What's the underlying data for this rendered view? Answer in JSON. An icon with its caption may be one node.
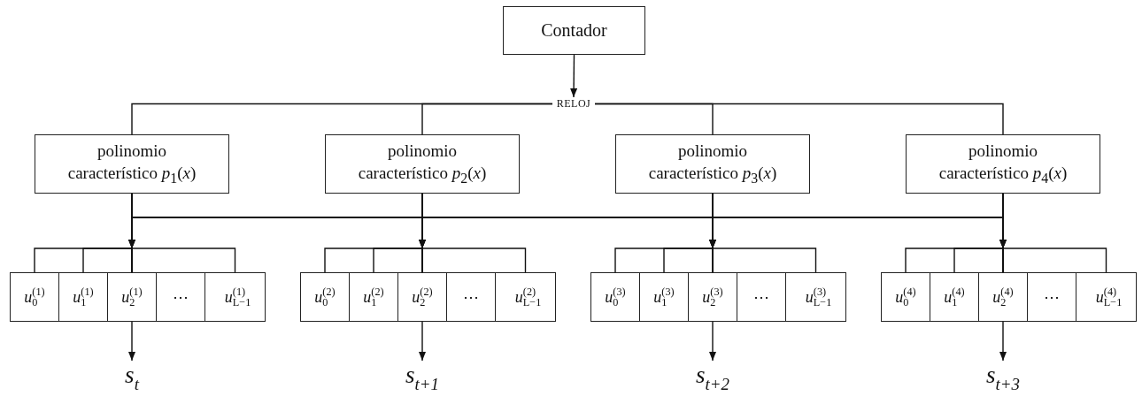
{
  "diagram": {
    "nodes": [
      {
        "text": [
          "Contador"
        ]
      },
      {
        "text": [
          "RELOJ"
        ]
      },
      {
        "text": [
          "polinomio característico *p*$_{1}$(*x*)"
        ]
      },
      {
        "text": [
          "polinomio característico *p*$_{2}$(*x*)"
        ]
      },
      {
        "text": [
          "polinomio característico *p*$_{3}$(*x*)"
        ]
      },
      {
        "text": [
          "polinomio característico *p*$_{4}$(*x*)"
        ]
      },
      {
        "text": [
          "*u*$_{0}$$^{(1)}$"
        ]
      },
      {
        "text": [
          "*u*$_{1}$$^{(1)}$"
        ]
      },
      {
        "text": [
          "*u*$_{2}$$^{(1)}$"
        ]
      },
      {
        "text": [
          "⋯"
        ]
      },
      {
        "text": [
          "*u*$_{L−1}$$^{(1)}$"
        ]
      },
      {
        "text": [
          "*u*$_{0}$$^{(2)}$"
        ]
      },
      {
        "text": [
          "*u*$_{1}$$^{(2)}$"
        ]
      },
      {
        "text": [
          "*u*$_{2}$$^{(2)}$"
        ]
      },
      {
        "text": [
          "⋯"
        ]
      },
      {
        "text": [
          "*u*$_{L−1}$$^{(2)}$"
        ]
      },
      {
        "text": [
          "*u*$_{0}$$^{(3)}$"
        ]
      },
      {
        "text": [
          "*u*$_{1}$$^{(3)}$"
        ]
      },
      {
        "text": [
          "*u*$_{2}$$^{(3)}$"
        ]
      },
      {
        "text": [
          "⋯"
        ]
      },
      {
        "text": [
          "*u*$_{L−1}$$^{(3)}$"
        ]
      },
      {
        "text": [
          "*u*$_{0}$$^{(4)}$"
        ]
      },
      {
        "text": [
          "*u*$_{1}$$^{(4)}$"
        ]
      },
      {
        "text": [
          "*u*$_{2}$$^{(4)}$"
        ]
      },
      {
        "text": [
          "⋯"
        ]
      },
      {
        "text": [
          "*u*$_{L−1}$$^{(4)}$"
        ]
      },
      {
        "text": [
          "s$_{t}$"
        ]
      },
      {
        "text": [
          "s$_{t+1}$"
        ]
      },
      {
        "text": [
          "s$_{t+2}$"
        ]
      },
      {
        "text": [
          "s$_{t+3}$"
        ]
      }
    ],
    "edges": [
      {
        "from": 0,
        "to": 1,
        "arrow": "to"
      },
      {
        "from": 1,
        "to": 2,
        "arrow": "none"
      },
      {
        "from": 1,
        "to": 3,
        "arrow": "none"
      },
      {
        "from": 1,
        "to": 4,
        "arrow": "none"
      },
      {
        "from": 1,
        "to": 5,
        "arrow": "none"
      },
      {
        "from": 2,
        "to": 8,
        "arrow": "to"
      },
      {
        "from": 2,
        "to": 13,
        "arrow": "to"
      },
      {
        "from": 2,
        "to": 18,
        "arrow": "to"
      },
      {
        "from": 2,
        "to": 23,
        "arrow": "to"
      },
      {
        "from": 3,
        "to": 8,
        "arrow": "to"
      },
      {
        "from": 3,
        "to": 13,
        "arrow": "to"
      },
      {
        "from": 3,
        "to": 18,
        "arrow": "to"
      },
      {
        "from": 3,
        "to": 23,
        "arrow": "to"
      },
      {
        "from": 4,
        "to": 8,
        "arrow": "to"
      },
      {
        "from": 4,
        "to": 13,
        "arrow": "to"
      },
      {
        "from": 4,
        "to": 18,
        "arrow": "to"
      },
      {
        "from": 4,
        "to": 23,
        "arrow": "to"
      },
      {
        "from": 5,
        "to": 8,
        "arrow": "to"
      },
      {
        "from": 5,
        "to": 13,
        "arrow": "to"
      },
      {
        "from": 5,
        "to": 18,
        "arrow": "to"
      },
      {
        "from": 5,
        "to": 23,
        "arrow": "to"
      },
      {
        "from": 6,
        "to": 8,
        "arrow": "none"
      },
      {
        "from": 7,
        "to": 8,
        "arrow": "none"
      },
      {
        "from": 10,
        "to": 8,
        "arrow": "none"
      },
      {
        "from": 11,
        "to": 13,
        "arrow": "none"
      },
      {
        "from": 12,
        "to": 13,
        "arrow": "none"
      },
      {
        "from": 15,
        "to": 13,
        "arrow": "none"
      },
      {
        "from": 16,
        "to": 18,
        "arrow": "none"
      },
      {
        "from": 17,
        "to": 18,
        "arrow": "none"
      },
      {
        "from": 20,
        "to": 18,
        "arrow": "none"
      },
      {
        "from": 21,
        "to": 23,
        "arrow": "none"
      },
      {
        "from": 22,
        "to": 23,
        "arrow": "none"
      },
      {
        "from": 25,
        "to": 23,
        "arrow": "none"
      },
      {
        "from": 8,
        "to": 26,
        "arrow": "to"
      },
      {
        "from": 13,
        "to": 27,
        "arrow": "to"
      },
      {
        "from": 18,
        "to": 28,
        "arrow": "to"
      },
      {
        "from": 23,
        "to": 29,
        "arrow": "to"
      }
    ]
  }
}
